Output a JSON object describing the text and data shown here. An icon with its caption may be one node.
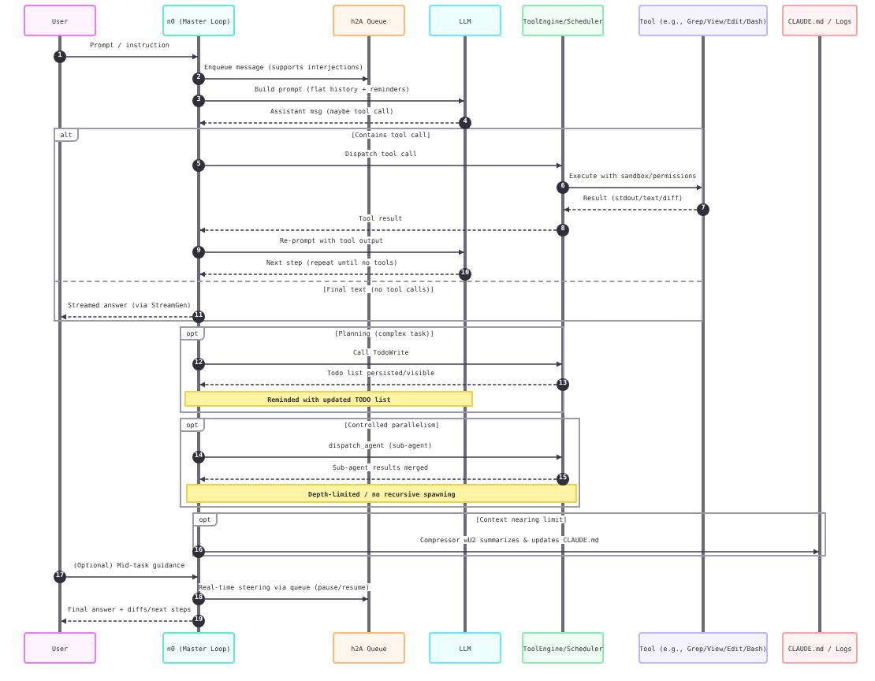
{
  "diagram": {
    "nodes": [
      {
        "text": [
          "User"
        ]
      },
      {
        "text": [
          "n0 (Master Loop)"
        ]
      },
      {
        "text": [
          "h2A Queue"
        ]
      },
      {
        "text": [
          "LLM"
        ]
      },
      {
        "text": [
          "ToolEngine/Scheduler"
        ]
      },
      {
        "text": [
          "Tool (e.g., Grep/View/Edit/Bash)"
        ]
      },
      {
        "text": [
          "CLAUDE.md / Logs"
        ]
      },
      {
        "text": [],
        "shape": "bar"
      },
      {
        "text": [],
        "shape": "bar"
      },
      {
        "text": [],
        "shape": "bar"
      },
      {
        "text": [],
        "shape": "bar"
      },
      {
        "text": [],
        "shape": "bar"
      },
      {
        "text": [],
        "shape": "bar"
      },
      {
        "text": [],
        "shape": "bar"
      },
      {
        "text": [
          "alt",
          "[Contains tool call]"
        ]
      },
      {
        "text": [
          "[Final text (no tool calls)]"
        ],
        "in": 14
      },
      {
        "text": [
          "opt",
          "[Planning (complex task)]"
        ]
      },
      {
        "text": [
          "Reminded with updated TODO list"
        ],
        "in": 16
      },
      {
        "text": [
          "opt",
          "[Controlled parallelism]"
        ]
      },
      {
        "text": [
          "Depth-limited / no recursive spawning"
        ],
        "in": 18
      },
      {
        "text": [
          "opt",
          "[Context nearing limit]"
        ]
      },
      {
        "text": [
          "User"
        ]
      },
      {
        "text": [
          "n0 (Master Loop)"
        ]
      },
      {
        "text": [
          "h2A Queue"
        ]
      },
      {
        "text": [
          "LLM"
        ]
      },
      {
        "text": [
          "ToolEngine/Scheduler"
        ]
      },
      {
        "text": [
          "Tool (e.g., Grep/View/Edit/Bash)"
        ]
      },
      {
        "text": [
          "CLAUDE.md / Logs"
        ]
      }
    ],
    "edges": [
      {
        "from": 7,
        "to": 8,
        "arrow": "to",
        "label": "Prompt / instruction"
      },
      {
        "from": 8,
        "to": 9,
        "arrow": "to",
        "label": "Enqueue message (supports interjections)"
      },
      {
        "from": 8,
        "to": 10,
        "arrow": "to",
        "label": "Build prompt (flat history + reminders)"
      },
      {
        "from": 10,
        "to": 8,
        "arrow": "to",
        "label": "Assistant msg (maybe tool call)",
        "style": "dashed"
      },
      {
        "from": 8,
        "to": 11,
        "arrow": "to",
        "label": "Dispatch tool call"
      },
      {
        "from": 11,
        "to": 12,
        "arrow": "to",
        "label": "Execute with sandbox/permissions"
      },
      {
        "from": 12,
        "to": 11,
        "arrow": "to",
        "label": "Result (stdout/text/diff)",
        "style": "dashed"
      },
      {
        "from": 11,
        "to": 8,
        "arrow": "to",
        "label": "Tool result",
        "style": "dashed"
      },
      {
        "from": 8,
        "to": 10,
        "arrow": "to",
        "label": "Re-prompt with tool output"
      },
      {
        "from": 10,
        "to": 8,
        "arrow": "to",
        "label": "Next step (repeat until no tools)",
        "style": "dashed"
      },
      {
        "from": 8,
        "to": 7,
        "arrow": "to",
        "label": "Streamed answer (via StreamGen)",
        "style": "dashed"
      },
      {
        "from": 8,
        "to": 11,
        "arrow": "to",
        "label": "Call TodoWrite"
      },
      {
        "from": 11,
        "to": 8,
        "arrow": "to",
        "label": "Todo list persisted/visible",
        "style": "dashed"
      },
      {
        "from": 8,
        "to": 11,
        "arrow": "to",
        "label": "dispatch_agent (sub-agent)"
      },
      {
        "from": 11,
        "to": 8,
        "arrow": "to",
        "label": "Sub-agent results merged",
        "style": "dashed"
      },
      {
        "from": 8,
        "to": 13,
        "arrow": "to",
        "label": "Compressor wU2 summarizes & updates CLAUDE.md"
      },
      {
        "from": 7,
        "to": 8,
        "arrow": "to",
        "label": "(Optional) Mid-task guidance"
      },
      {
        "from": 8,
        "to": 9,
        "arrow": "to",
        "label": "Real-time steering via queue (pause/resume)"
      },
      {
        "from": 8,
        "to": 7,
        "arrow": "to",
        "label": "Final answer + diffs/next steps",
        "style": "dashed"
      }
    ],
    "labels": [
      "1",
      "2",
      "3",
      "4",
      "5",
      "6",
      "7",
      "8",
      "9",
      "10",
      "11",
      "12",
      "13",
      "14",
      "15",
      "16",
      "17",
      "18",
      "19"
    ]
  }
}
